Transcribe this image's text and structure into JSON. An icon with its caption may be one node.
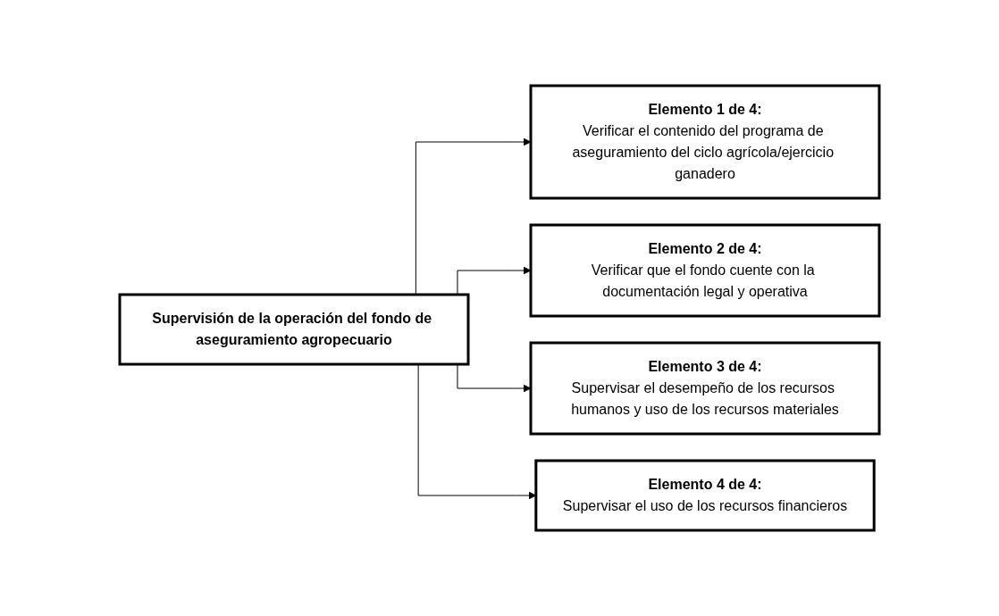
{
  "diagram": {
    "nodes": [
      {
        "text": [
          "Supervisión de la operación del fondo de aseguramiento agropecuario"
        ]
      },
      {
        "text": [
          "Elemento 1 de 4:",
          "Verificar el contenido del programa de aseguramiento del ciclo agrícola/ejercicio ganadero"
        ]
      },
      {
        "text": [
          "Elemento 2 de 4:",
          "Verificar que el fondo cuente con la documentación legal y operativa"
        ]
      },
      {
        "text": [
          "Elemento 3 de 4:",
          "Supervisar el desempeño de los recursos humanos y uso de los recursos materiales"
        ]
      },
      {
        "text": [
          "Elemento 4 de 4:",
          "Supervisar el uso de los recursos financieros"
        ]
      }
    ],
    "edges": [
      {
        "from": 0,
        "to": 1,
        "arrow": "to"
      },
      {
        "from": 0,
        "to": 2,
        "arrow": "to"
      },
      {
        "from": 0,
        "to": 3,
        "arrow": "to"
      },
      {
        "from": 0,
        "to": 4,
        "arrow": "to"
      }
    ]
  }
}
